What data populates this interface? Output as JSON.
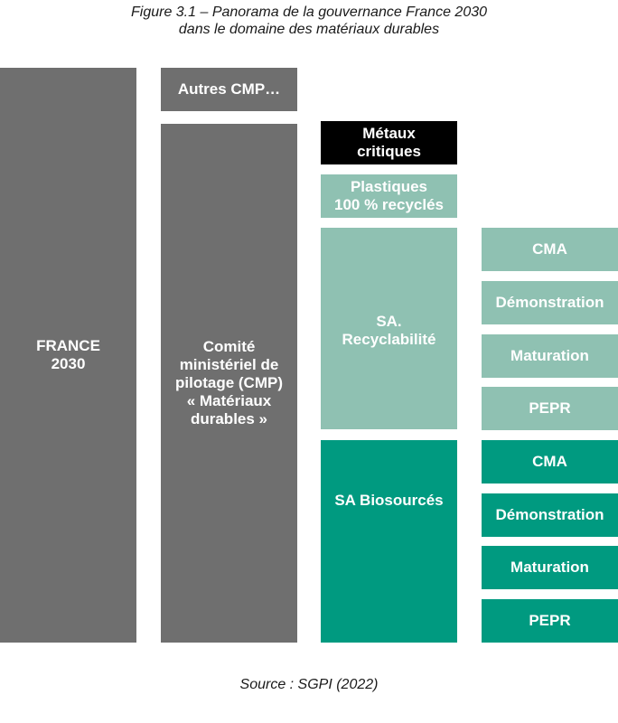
{
  "figure": {
    "title_line1": "Figure 3.1 – Panorama de la gouvernance France 2030",
    "title_line2": "dans le domaine des matériaux durables",
    "source": "Source : SGPI (2022)"
  },
  "boxes": {
    "france2030": "FRANCE\n2030",
    "autres_cmp": "Autres CMP…",
    "cmp": "Comité\nministériel de\npilotage (CMP)\n« Matériaux\ndurables »",
    "metaux": "Métaux\ncritiques",
    "plastiques": "Plastiques\n100 % recyclés",
    "recyclabilite": "SA.\nRecyclabilité",
    "biosources": "SA Biosourcés",
    "recyc_children": [
      "CMA",
      "Démonstration",
      "Maturation",
      "PEPR"
    ],
    "bio_children": [
      "CMA",
      "Démonstration",
      "Maturation",
      "PEPR"
    ]
  },
  "colors": {
    "gray": "#6f6f6f",
    "black": "#000000",
    "light_green": "#8fc1b2",
    "green": "#009a80"
  }
}
